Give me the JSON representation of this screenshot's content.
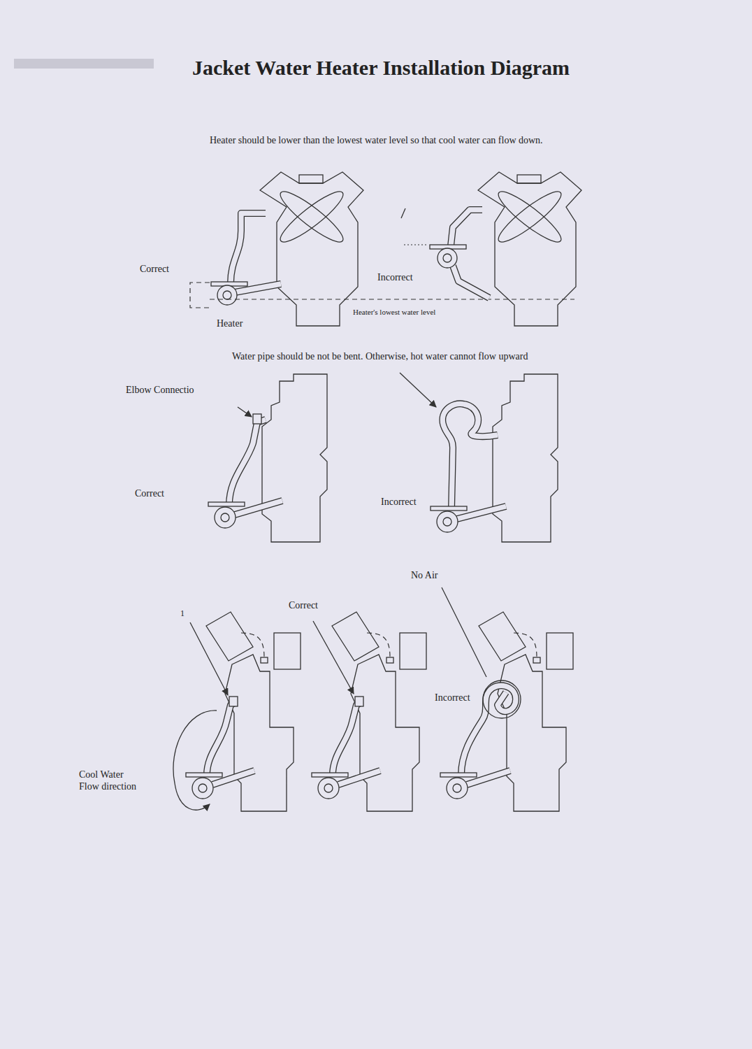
{
  "diagram": {
    "title": "Jacket Water Heater Installation Diagram",
    "labels": [
      "Heater should be lower than the lowest water level so that cool water can flow down.",
      "Correct",
      "Incorrect",
      "Heater's lowest water level",
      "Heater",
      "Water pipe should be not be bent. Otherwise, hot water cannot flow upward",
      "Elbow Connectio",
      "Correct",
      "Incorrect",
      "No Air",
      "1",
      "Correct",
      "Incorrect",
      "Cool Water Flow direction"
    ]
  }
}
